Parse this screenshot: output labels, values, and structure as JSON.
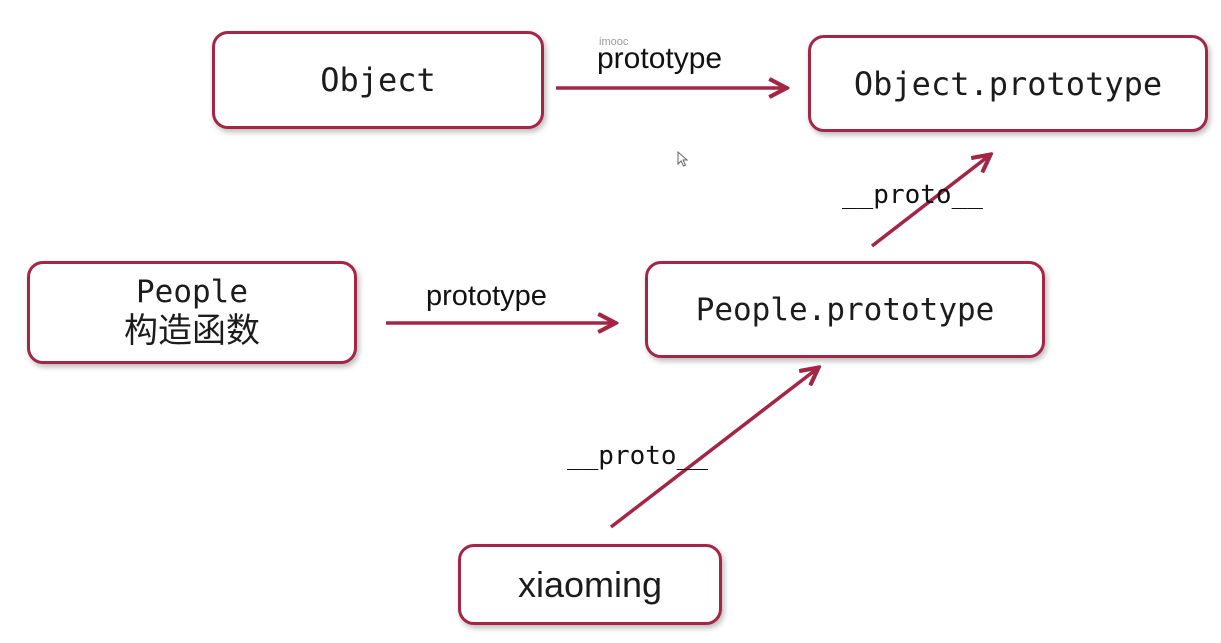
{
  "nodes": {
    "object": "Object",
    "object_prototype": "Object.prototype",
    "people_name": "People",
    "people_subtitle": "构造函数",
    "people_prototype": "People.prototype",
    "xiaoming": "xiaoming"
  },
  "edges": {
    "object_to_object_prototype": "prototype",
    "people_to_people_prototype": "prototype",
    "people_prototype_to_object_prototype": "__proto__",
    "xiaoming_to_people_prototype": "__proto__"
  },
  "watermark": "imooc",
  "colors": {
    "accent": "#a32646",
    "text": "#1c1c1c"
  },
  "icons": [
    "arrow-icon",
    "cursor-icon"
  ]
}
